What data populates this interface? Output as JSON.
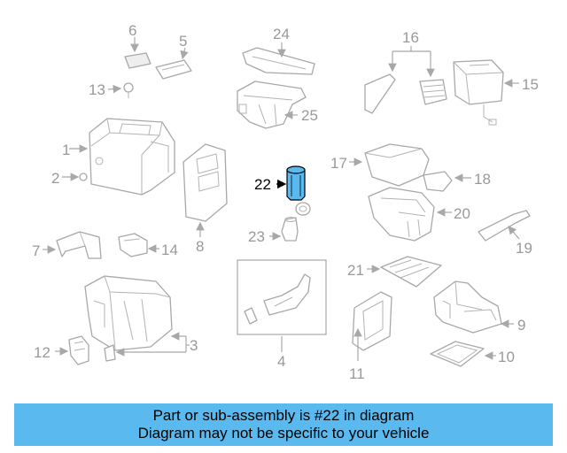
{
  "diagram": {
    "callouts": {
      "c1": "1",
      "c2": "2",
      "c3": "3",
      "c4": "4",
      "c5": "5",
      "c6": "6",
      "c7": "7",
      "c8": "8",
      "c9": "9",
      "c10": "10",
      "c11": "11",
      "c12": "12",
      "c13": "13",
      "c14": "14",
      "c15": "15",
      "c16": "16",
      "c17": "17",
      "c18": "18",
      "c19": "19",
      "c20": "20",
      "c21": "21",
      "c22": "22",
      "c23": "23",
      "c24": "24",
      "c25": "25"
    },
    "highlighted_part": "22",
    "highlight_color": "#5ab9ee",
    "line_color": "#a8a8a8"
  },
  "banner": {
    "line1": "Part or sub-assembly is #22 in diagram",
    "line2": "Diagram may not be specific to your vehicle",
    "background": "#5ab9ee"
  }
}
